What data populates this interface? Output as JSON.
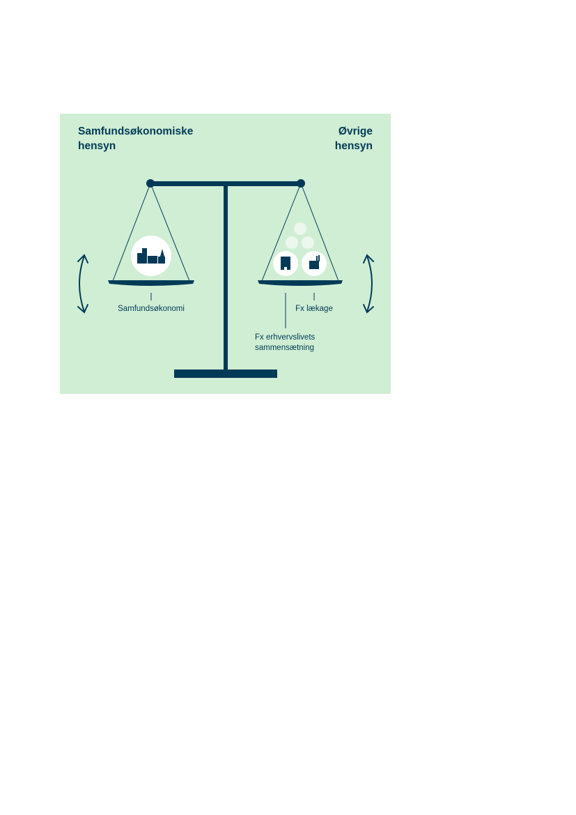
{
  "colors": {
    "background": "#d0eed4",
    "primary": "#003a57",
    "circle": "#ffffff",
    "faint_circle": "#ecf7ee"
  },
  "left_heading": {
    "line1": "Samfundsøkonomiske",
    "line2": "hensyn"
  },
  "right_heading": {
    "line1": "Øvrige",
    "line2": "hensyn"
  },
  "labels": {
    "left_pan": "Samfundsøkonomi",
    "right_pan_1": "Fx lækage",
    "right_pan_2_line1": "Fx erhvervslivets",
    "right_pan_2_line2": "sammensætning"
  },
  "icons": [
    "town-icon",
    "office-building-icon",
    "factory-icon",
    "curved-double-arrow-icon"
  ]
}
